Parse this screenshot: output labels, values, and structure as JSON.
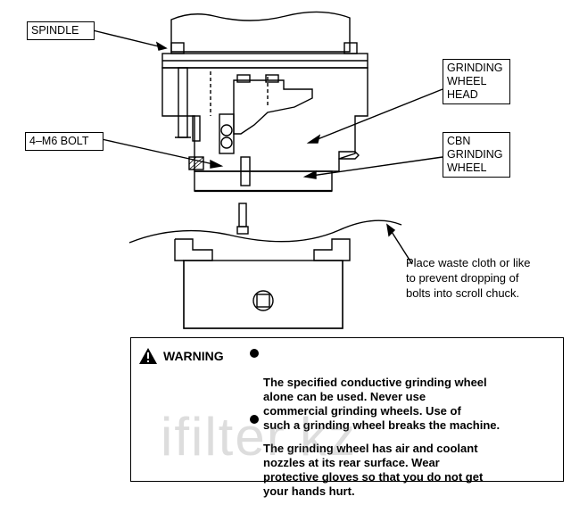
{
  "labels": {
    "spindle": "SPINDLE",
    "grinding_wheel_head": "GRINDING\nWHEEL\nHEAD",
    "bolt": "4–M6 BOLT",
    "cbn_wheel": "CBN\nGRINDING\nWHEEL"
  },
  "note": "Place waste cloth or like\nto prevent dropping of\nbolts into scroll chuck.",
  "warning": {
    "title": "WARNING",
    "items": [
      "The specified conductive grinding wheel\nalone can be used.   Never use\ncommercial grinding wheels.   Use of\nsuch a grinding wheel breaks the machine.",
      "The grinding wheel has air and coolant\nnozzles at its rear surface.   Wear\nprotective gloves so that you do not get\nyour hands hurt."
    ]
  },
  "watermark": "ifilter.kz"
}
